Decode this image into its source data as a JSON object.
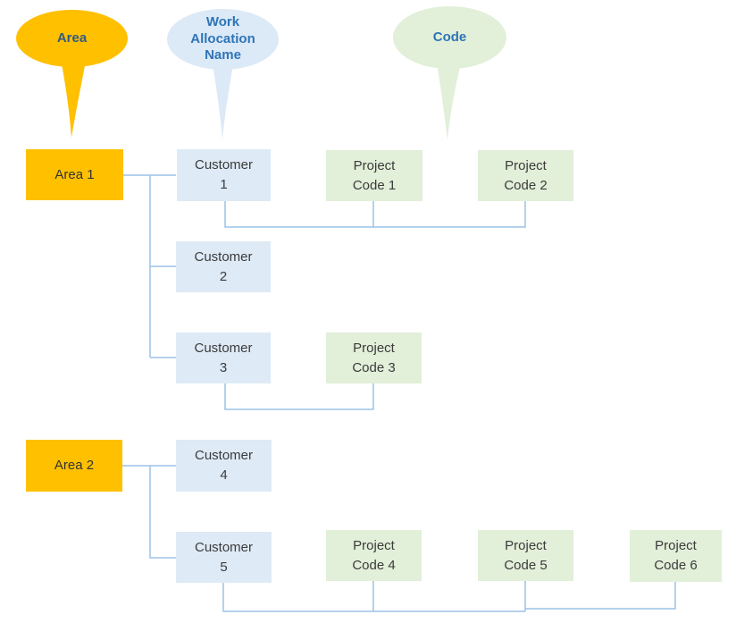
{
  "diagram": {
    "balloons": {
      "area": {
        "label": "Area"
      },
      "work_allocation": {
        "label": "Work Allocation Name"
      },
      "code": {
        "label": "Code"
      }
    },
    "areas": [
      {
        "label": "Area 1"
      },
      {
        "label": "Area 2"
      }
    ],
    "customers": [
      {
        "label": "Customer\n1"
      },
      {
        "label": "Customer\n2"
      },
      {
        "label": "Customer\n3"
      },
      {
        "label": "Customer\n4"
      },
      {
        "label": "Customer\n5"
      }
    ],
    "project_codes": [
      {
        "label": "Project\nCode 1"
      },
      {
        "label": "Project\nCode 2"
      },
      {
        "label": "Project\nCode 3"
      },
      {
        "label": "Project\nCode 4"
      },
      {
        "label": "Project\nCode 5"
      },
      {
        "label": "Project\nCode 6"
      }
    ],
    "edges": [
      {
        "from": "Area 1",
        "to": [
          "Customer 1",
          "Customer 2",
          "Customer 3"
        ]
      },
      {
        "from": "Customer 1",
        "to": [
          "Project Code 1",
          "Project Code 2"
        ]
      },
      {
        "from": "Customer 3",
        "to": [
          "Project Code 3"
        ]
      },
      {
        "from": "Area 2",
        "to": [
          "Customer 4",
          "Customer 5"
        ]
      },
      {
        "from": "Customer 5",
        "to": [
          "Project Code 4",
          "Project Code 5",
          "Project Code 6"
        ]
      }
    ],
    "colors": {
      "area_fill": "#FFC000",
      "customer_fill": "#DEEAF6",
      "code_fill": "#E2EFD9",
      "wan_balloon_fill": "#DCE9F7",
      "connector": "#9CC2E5",
      "node_text": "#3B3B3B",
      "balloon_blue_text": "#2E75B6",
      "area_balloon_text": "#335A7E"
    }
  }
}
